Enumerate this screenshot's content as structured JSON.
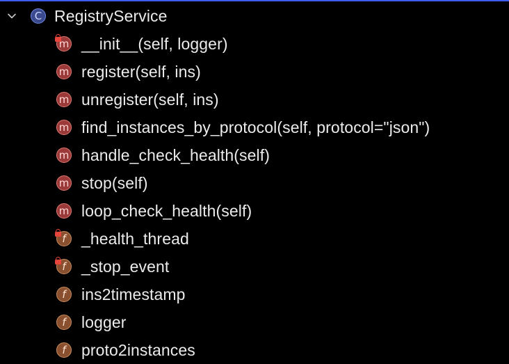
{
  "structure": {
    "class_name": "RegistryService",
    "class_badge": "C",
    "expanded": true,
    "members": [
      {
        "kind": "method",
        "badge": "m",
        "label": "__init__(self, logger)",
        "private": true
      },
      {
        "kind": "method",
        "badge": "m",
        "label": "register(self, ins)",
        "private": false
      },
      {
        "kind": "method",
        "badge": "m",
        "label": "unregister(self, ins)",
        "private": false
      },
      {
        "kind": "method",
        "badge": "m",
        "label": "find_instances_by_protocol(self, protocol=\"json\")",
        "private": false
      },
      {
        "kind": "method",
        "badge": "m",
        "label": "handle_check_health(self)",
        "private": false
      },
      {
        "kind": "method",
        "badge": "m",
        "label": "stop(self)",
        "private": false
      },
      {
        "kind": "method",
        "badge": "m",
        "label": "loop_check_health(self)",
        "private": false
      },
      {
        "kind": "field",
        "badge": "f",
        "label": "_health_thread",
        "private": true
      },
      {
        "kind": "field",
        "badge": "f",
        "label": "_stop_event",
        "private": true
      },
      {
        "kind": "field",
        "badge": "f",
        "label": "ins2timestamp",
        "private": false
      },
      {
        "kind": "field",
        "badge": "f",
        "label": "logger",
        "private": false
      },
      {
        "kind": "field",
        "badge": "f",
        "label": "proto2instances",
        "private": false
      }
    ]
  },
  "colors": {
    "background": "#000000",
    "selection_line": "#3d5cf0",
    "class_badge": "#3b4a8e",
    "method_badge": "#9c3a3a",
    "field_badge": "#8a4f2e",
    "private_lock": "#e8453c",
    "text": "#ebebeb"
  },
  "icons": {
    "expand": "chevron-down-icon",
    "class": "class-icon",
    "method": "method-icon",
    "field": "field-icon",
    "private": "lock-icon"
  }
}
